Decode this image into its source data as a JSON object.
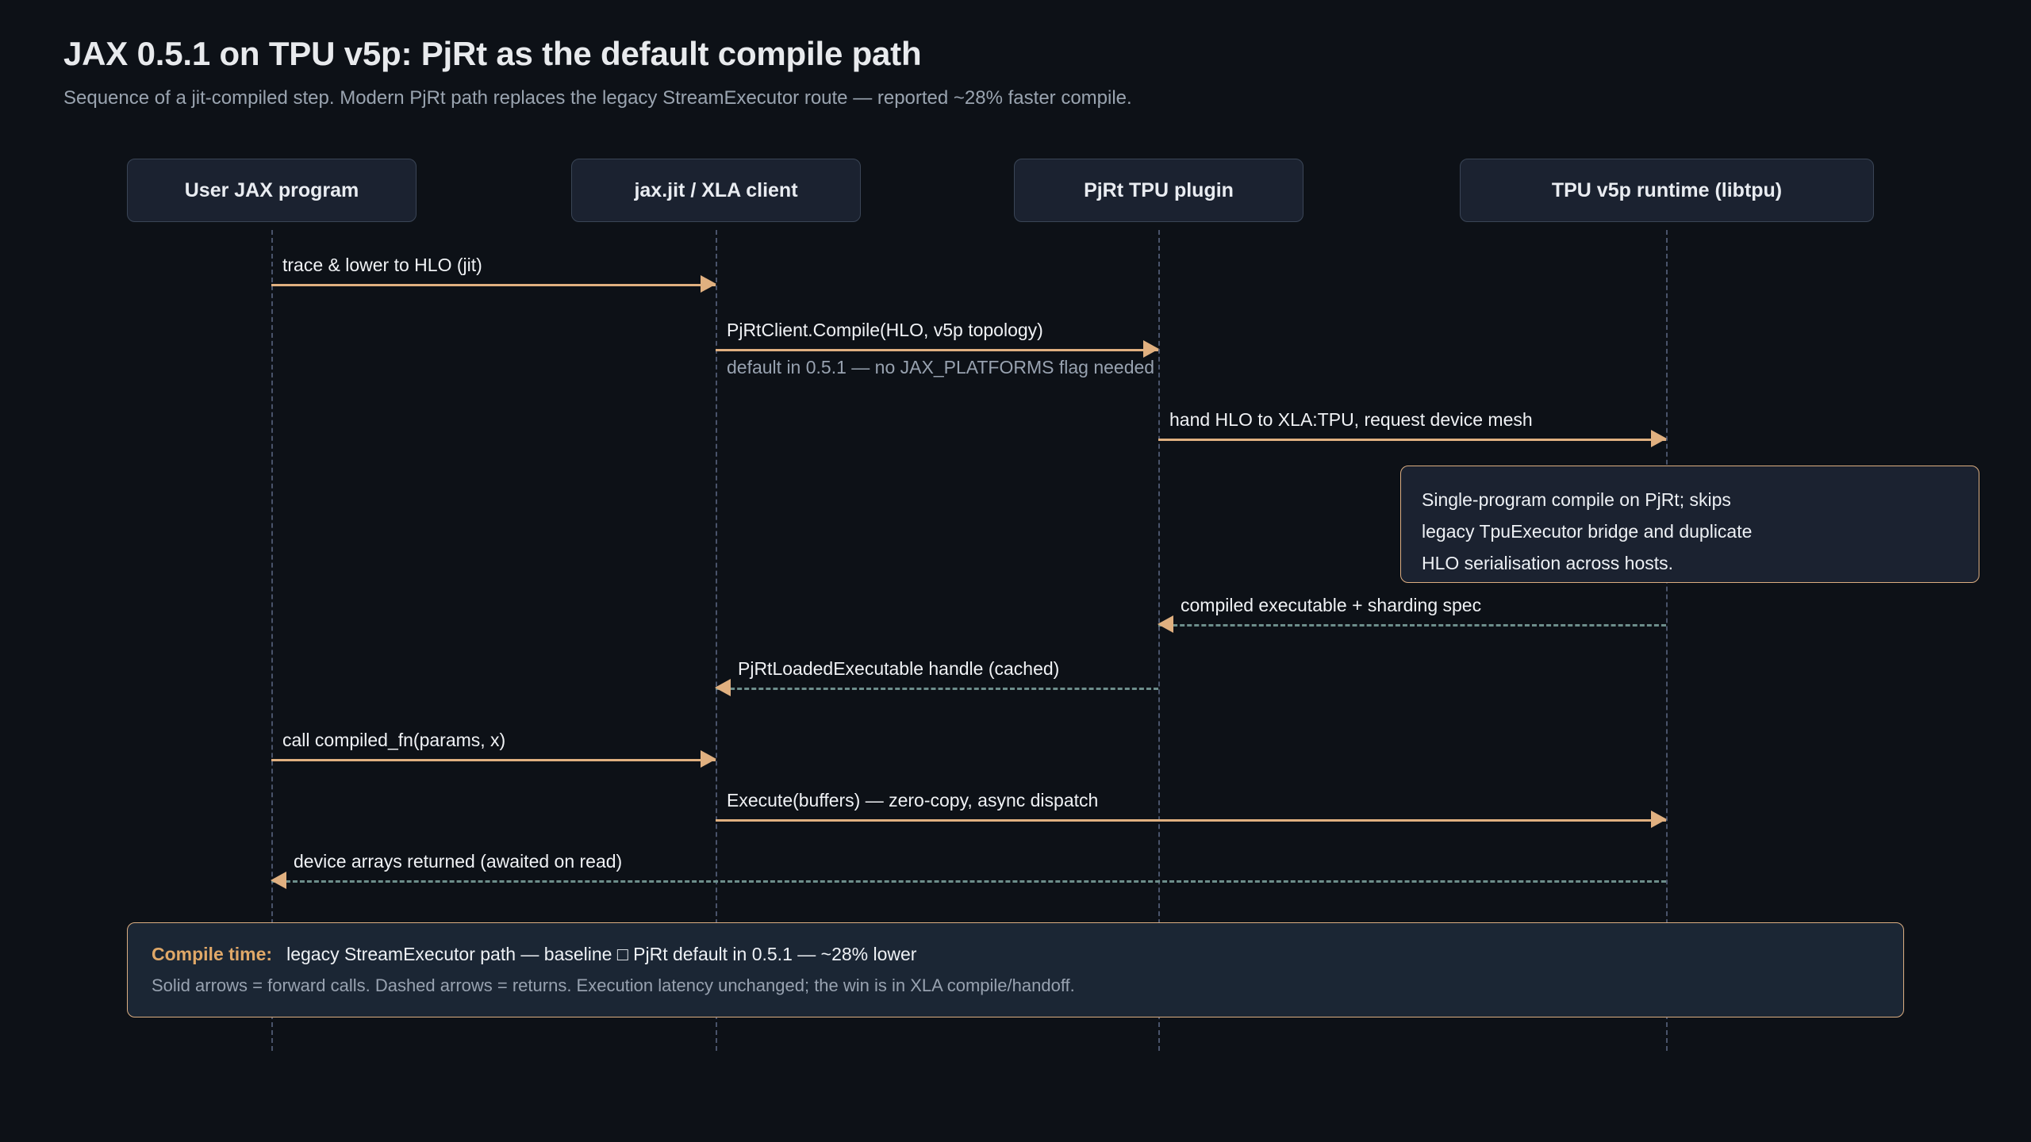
{
  "header": {
    "title": "JAX 0.5.1 on TPU v5p: PjRt as the default compile path",
    "subtitle": "Sequence of a jit-compiled step. Modern PjRt path replaces the legacy StreamExecutor route — reported ~28% faster compile."
  },
  "actors": [
    {
      "id": "user",
      "label": "User JAX program"
    },
    {
      "id": "jit",
      "label": "jax.jit / XLA client"
    },
    {
      "id": "pjrt",
      "label": "PjRt TPU plugin"
    },
    {
      "id": "tpu",
      "label": "TPU v5p runtime (libtpu)"
    }
  ],
  "messages": [
    {
      "label": "trace & lower to HLO (jit)",
      "sublabel": "",
      "kind": "solid",
      "dir": "right"
    },
    {
      "label": "PjRtClient.Compile(HLO, v5p topology)",
      "sublabel": "default in 0.5.1 — no JAX_PLATFORMS flag needed",
      "kind": "solid",
      "dir": "right"
    },
    {
      "label": "hand HLO to XLA:TPU, request device mesh",
      "sublabel": "",
      "kind": "solid",
      "dir": "right"
    },
    {
      "label": "compiled executable + sharding spec",
      "sublabel": "",
      "kind": "dashed",
      "dir": "left"
    },
    {
      "label": "PjRtLoadedExecutable handle (cached)",
      "sublabel": "",
      "kind": "dashed",
      "dir": "left"
    },
    {
      "label": "call compiled_fn(params, x)",
      "sublabel": "",
      "kind": "solid",
      "dir": "right"
    },
    {
      "label": "Execute(buffers) — zero-copy, async dispatch",
      "sublabel": "",
      "kind": "solid",
      "dir": "right"
    },
    {
      "label": "device arrays returned (awaited on read)",
      "sublabel": "",
      "kind": "dashed",
      "dir": "left"
    }
  ],
  "note": {
    "lines": [
      "Single-program compile on PjRt; skips",
      "legacy TpuExecutor bridge and duplicate",
      "HLO serialisation across hosts."
    ]
  },
  "footer": {
    "key": "Compile time:",
    "value": "legacy StreamExecutor path — baseline □ PjRt default in 0.5.1 — ~28% lower",
    "legend": "Solid arrows = forward calls. Dashed arrows = returns. Execution latency unchanged; the win is in XLA compile/handoff."
  },
  "colors": {
    "background": "#0d1117",
    "actor_fill": "#1b2230",
    "actor_border": "#3a4556",
    "solid_arrow": "#e0b080",
    "dashed_arrow": "#6d8e8b",
    "accent": "#dcae81",
    "lifeline": "#49536a",
    "text_primary": "#eef1f5",
    "text_muted": "#98a2b0"
  }
}
